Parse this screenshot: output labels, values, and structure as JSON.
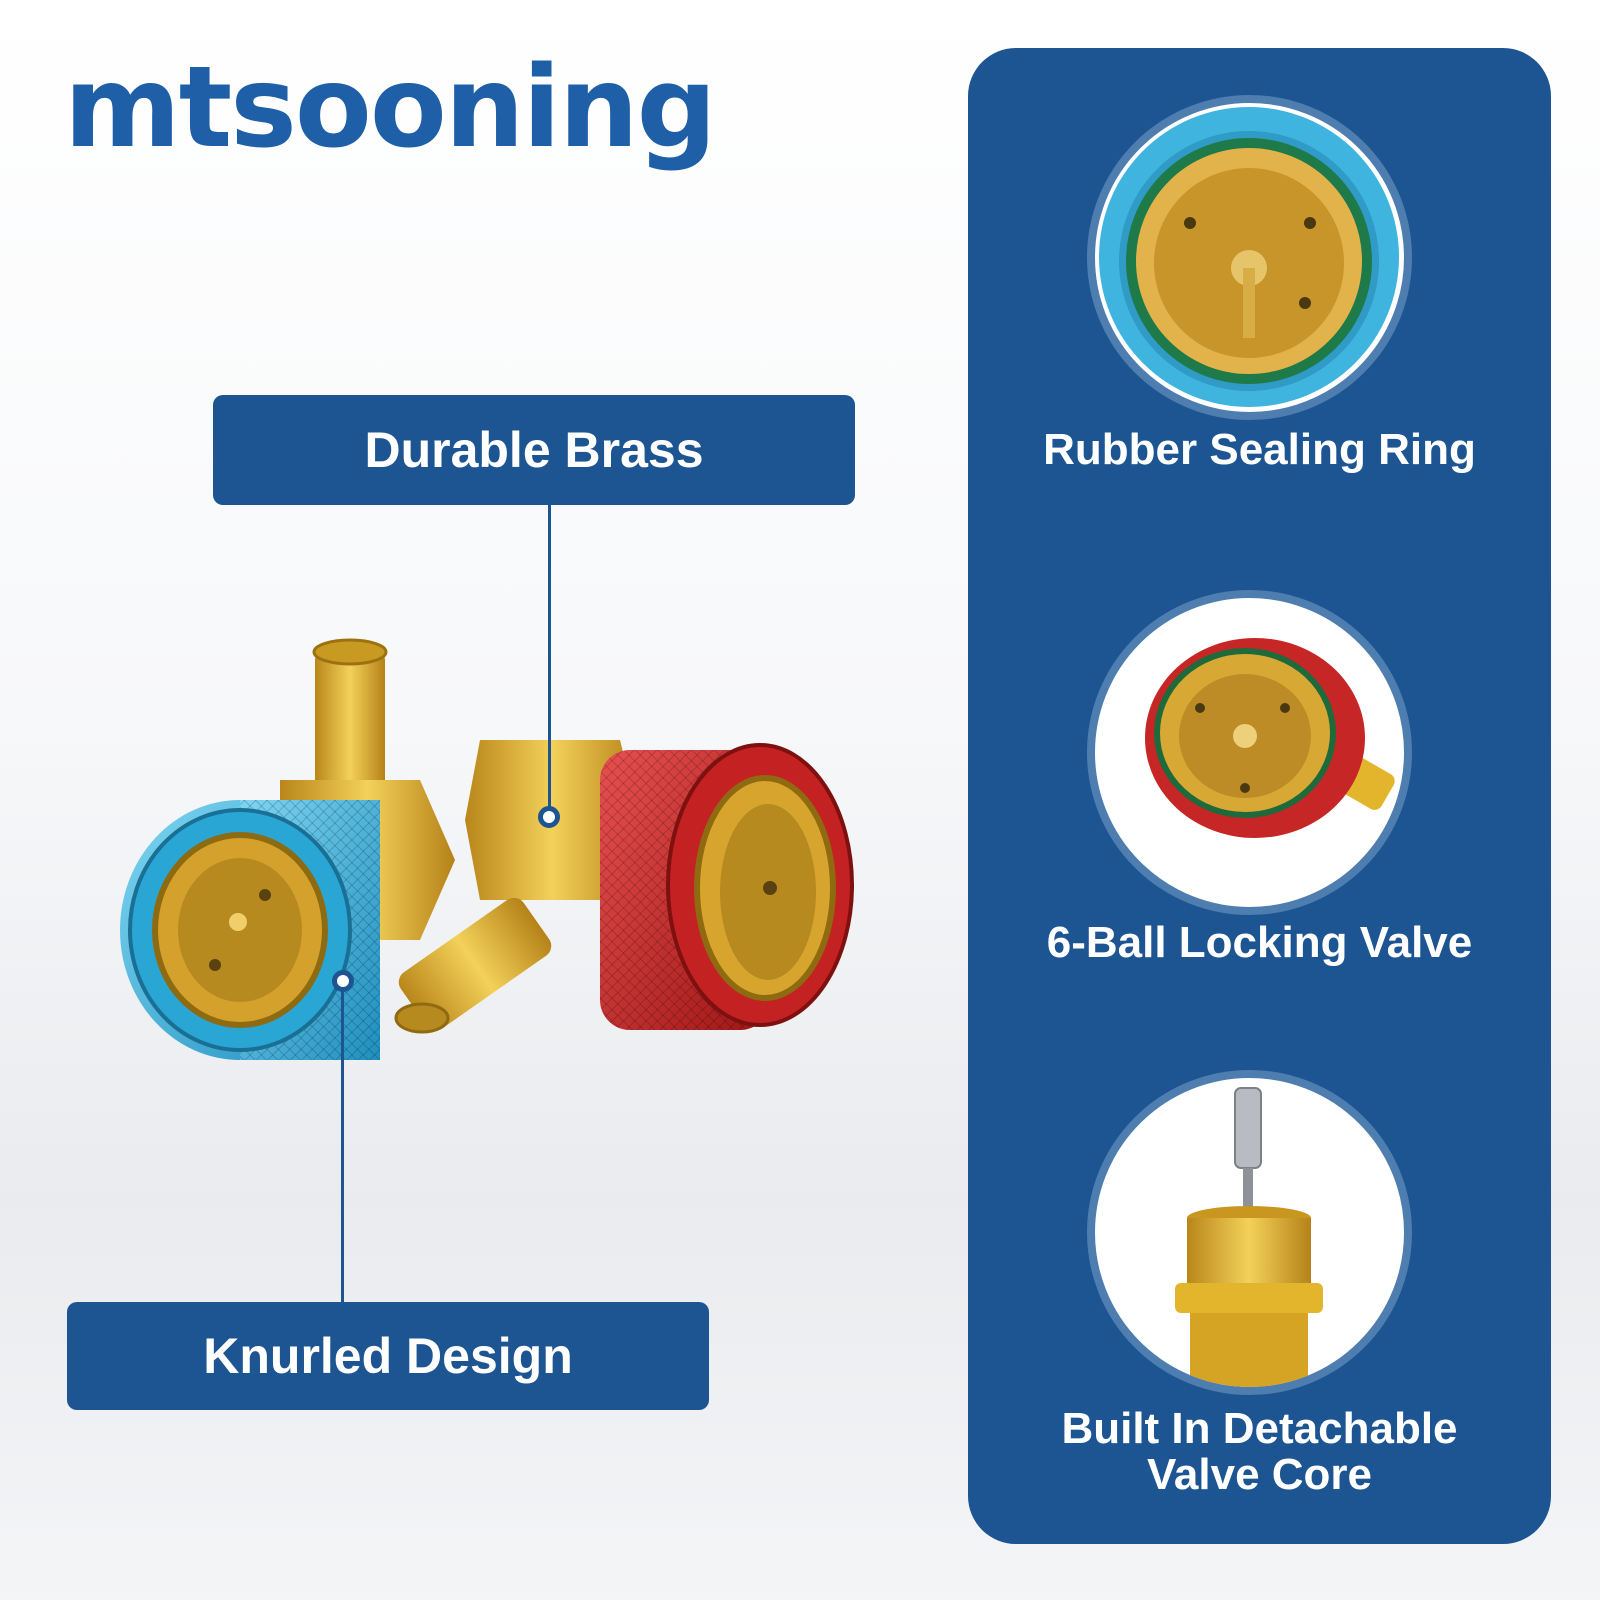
{
  "brand": {
    "name": "mtsooning",
    "color": "#1e5fa8"
  },
  "callouts": {
    "durable_brass": "Durable Brass",
    "knurled_design": "Knurled Design"
  },
  "features": [
    {
      "label": "Rubber Sealing Ring",
      "icon": "sealing-ring-closeup-icon"
    },
    {
      "label": "6-Ball Locking Valve",
      "icon": "locking-valve-closeup-icon"
    },
    {
      "label_line1": "Built In Detachable",
      "label_line2": "Valve Core",
      "icon": "valve-core-icon"
    }
  ],
  "colors": {
    "panel": "#1d5593",
    "brass": "#e3b52c",
    "blue_coupler": "#3fb4df",
    "red_coupler": "#d12b2b"
  }
}
